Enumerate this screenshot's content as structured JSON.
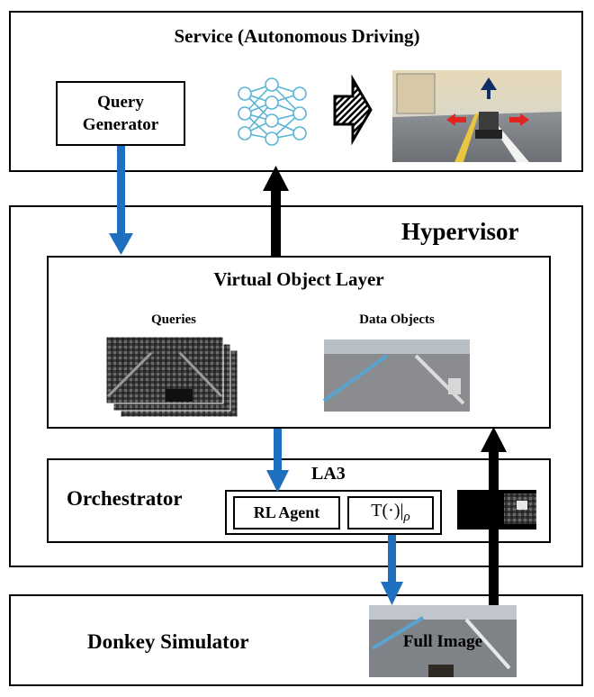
{
  "service": {
    "title": "Service (Autonomous Driving)",
    "query_generator": "Query\nGenerator"
  },
  "hypervisor": {
    "title": "Hypervisor",
    "virtual_object_layer": {
      "title": "Virtual Object Layer",
      "queries_label": "Queries",
      "data_objects_label": "Data Objects"
    },
    "orchestrator": {
      "title": "Orchestrator",
      "la3_label": "LA3",
      "rl_agent": "RL Agent",
      "transform": "T(·)|",
      "transform_subscript": "ρ"
    }
  },
  "simulator": {
    "title": "Donkey Simulator",
    "full_image_label": "Full Image"
  },
  "colors": {
    "blue_arrow": "#1f6fbf",
    "black_arrow": "#000000",
    "network": "#5ab4d6",
    "red_arrow": "#e0241f",
    "dark_blue_arrow": "#0d2f66"
  }
}
